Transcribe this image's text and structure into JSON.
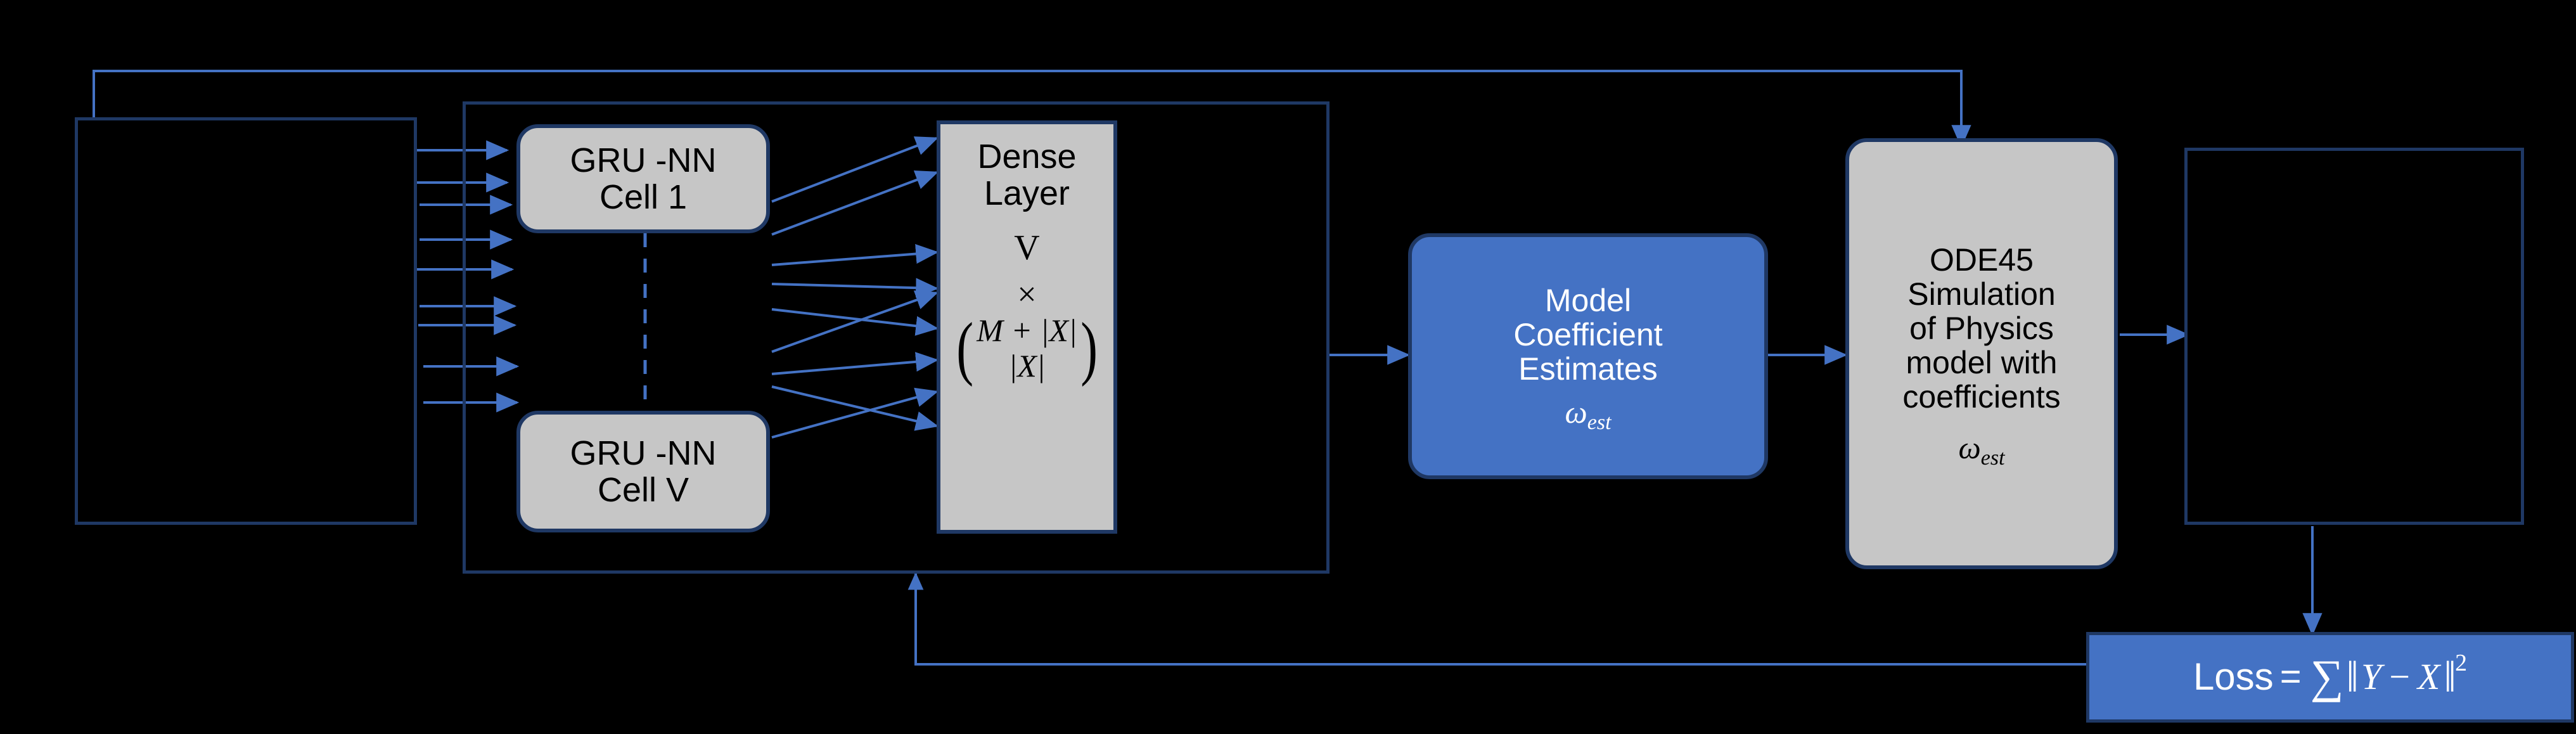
{
  "diagram": {
    "title": "GRU-NN physics-informed coefficient estimation pipeline",
    "colors": {
      "background": "#000000",
      "stroke_navy": "#1F3864",
      "arrow_blue": "#4472C4",
      "node_grey": "#C6C6C6",
      "node_blue": "#4472C4",
      "text_black": "#000000",
      "text_white": "#FFFFFF"
    },
    "nodes": {
      "input_box": {
        "label": ""
      },
      "gru_cell_1": {
        "line1": "GRU -NN",
        "line2": "Cell 1"
      },
      "gru_cell_v": {
        "line1": "GRU -NN",
        "line2": "Cell V"
      },
      "dense_layer": {
        "line1": "Dense",
        "line2": "Layer",
        "dim_v": "V",
        "times": "×",
        "binom_top": "M + |X|",
        "binom_bottom": "|X|"
      },
      "model_coefficients": {
        "line1": "Model",
        "line2": "Coefficient",
        "line3": "Estimates",
        "symbol": "ω",
        "symbol_sub": "est"
      },
      "ode45": {
        "line1": "ODE45",
        "line2": "Simulation",
        "line3": "of Physics",
        "line4": "model with",
        "line5": "coefficients",
        "symbol": "ω",
        "symbol_sub": "est"
      },
      "output_box": {
        "label": ""
      },
      "loss": {
        "lhs": "Loss",
        "equals": "=",
        "sum": "∑",
        "norm_open": "‖",
        "y": "Y",
        "minus": "−",
        "x": "X",
        "norm_close": "‖",
        "exponent": "2"
      }
    },
    "edges": {
      "input_to_gru_count": 9,
      "gru_to_dense_count": 9,
      "container_to_model": "arrow",
      "model_to_ode45": "arrow",
      "ode45_to_output": "arrow",
      "input_top_feedback_to_ode45": "arrow",
      "output_to_loss": "arrow",
      "loss_feedback_to_container": "arrow",
      "gru_cell_1_to_cell_v": "dashed-vertical"
    }
  }
}
